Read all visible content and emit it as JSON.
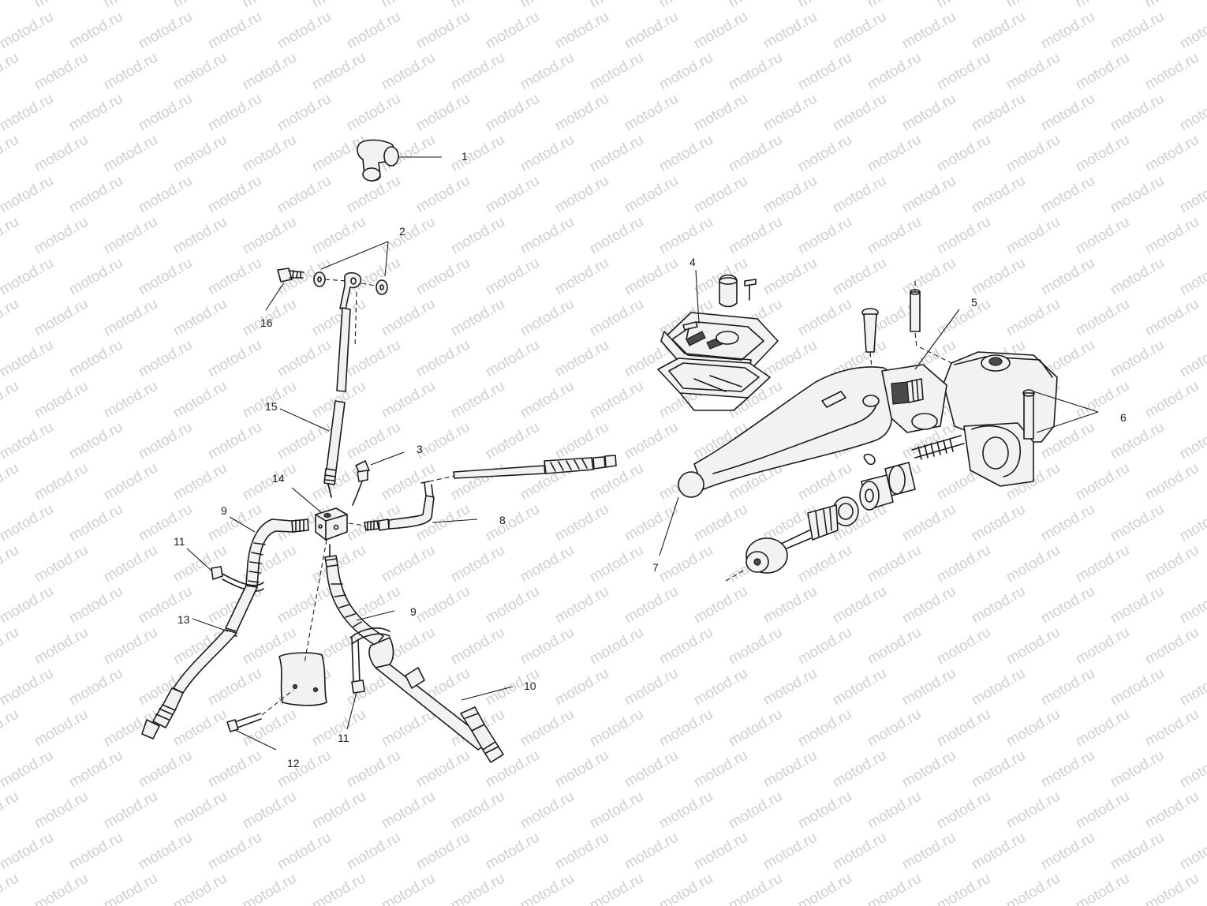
{
  "watermark": {
    "text": "motod.ru",
    "color": "#cfcfcf"
  },
  "callouts": {
    "c1": "1",
    "c2": "2",
    "c3": "3",
    "c4": "4",
    "c5": "5",
    "c6": "6",
    "c7": "7",
    "c8": "8",
    "c9a": "9",
    "c9b": "9",
    "c10": "10",
    "c11a": "11",
    "c11b": "11",
    "c12": "12",
    "c13": "13",
    "c14": "14",
    "c15": "15",
    "c16": "16"
  },
  "colors": {
    "line": "#1a1a1a",
    "background": "#ffffff",
    "shade": "#4a4a4a"
  }
}
